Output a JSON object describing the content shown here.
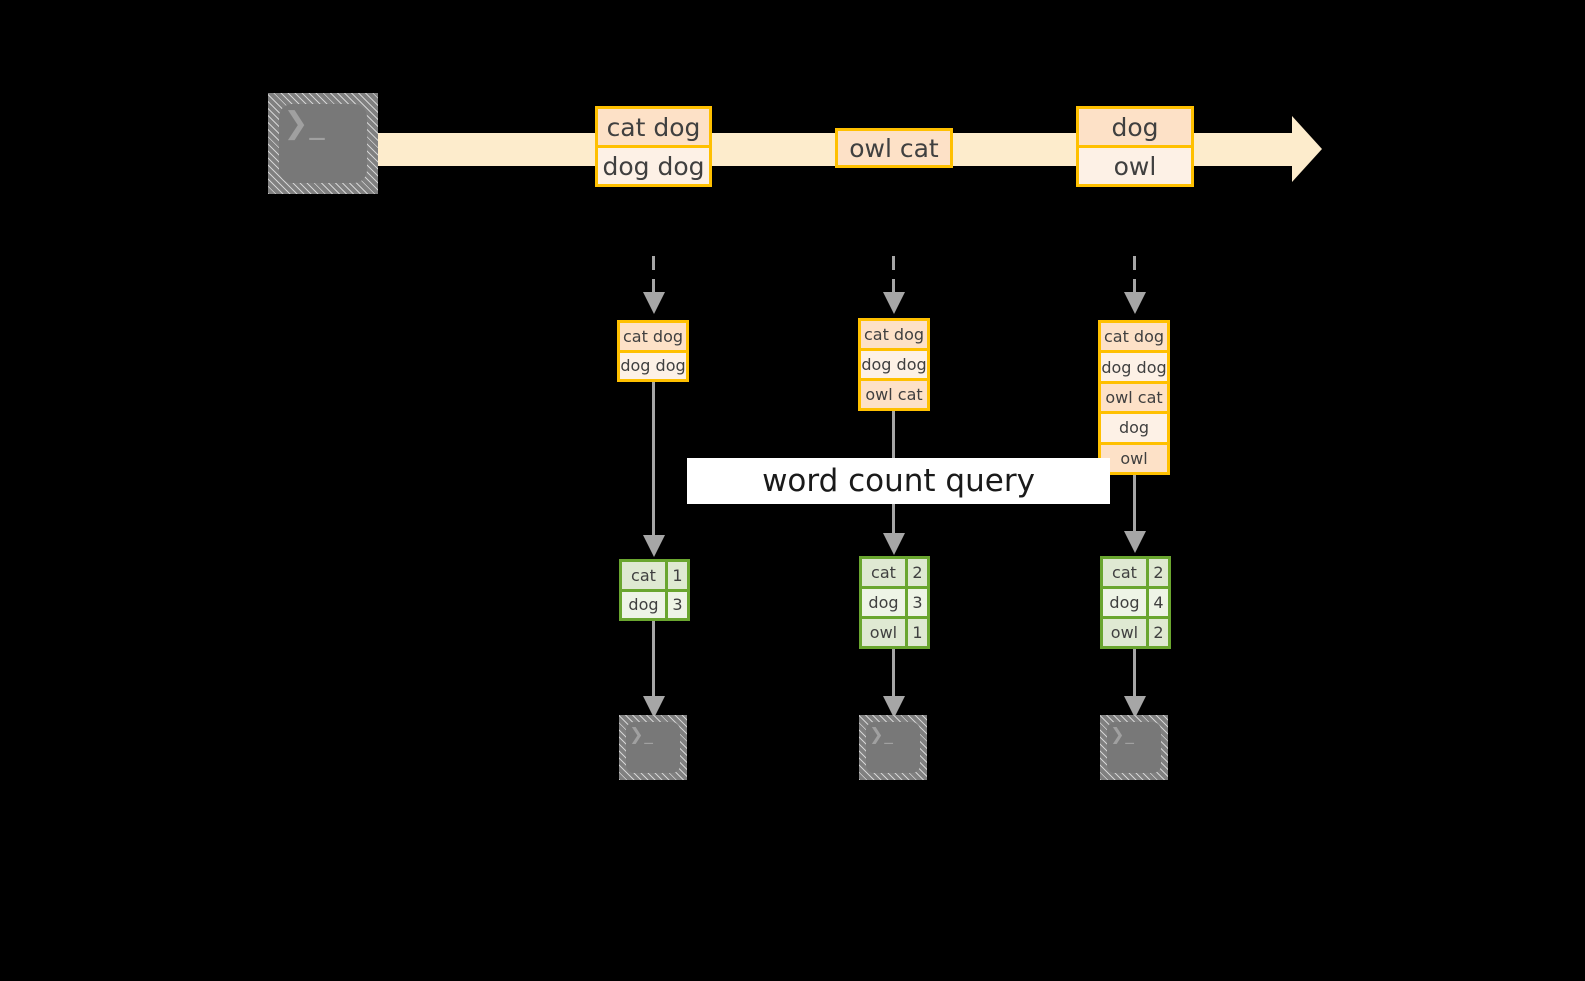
{
  "diagram": {
    "title_label": "word count query",
    "colors": {
      "background": "#000000",
      "stream_band": "#fdeccc",
      "event_border": "#ffc000",
      "event_fill_dark": "#fde1c7",
      "event_fill_light": "#fdf1e6",
      "result_border": "#6aa62f",
      "result_fill_dark": "#dfe9d2",
      "result_fill_light": "#eef4e6",
      "connector": "#a6a6a6",
      "terminal_fill": "#787878",
      "label_fill": "#ffffff"
    },
    "terminal_glyph": "❯_",
    "source_terminal": {
      "name": "producer-terminal"
    },
    "stream": {
      "events": [
        {
          "lines": [
            "cat dog",
            "dog dog"
          ]
        },
        {
          "lines": [
            "owl cat"
          ]
        },
        {
          "lines": [
            "dog",
            "owl"
          ]
        }
      ]
    },
    "snapshots": [
      {
        "lines": [
          "cat dog",
          "dog dog"
        ]
      },
      {
        "lines": [
          "cat dog",
          "dog dog",
          "owl cat"
        ]
      },
      {
        "lines": [
          "cat dog",
          "dog dog",
          "owl cat",
          "dog",
          "owl"
        ]
      }
    ],
    "results": [
      {
        "rows": [
          {
            "word": "cat",
            "count": "1"
          },
          {
            "word": "dog",
            "count": "3"
          }
        ]
      },
      {
        "rows": [
          {
            "word": "cat",
            "count": "2"
          },
          {
            "word": "dog",
            "count": "3"
          },
          {
            "word": "owl",
            "count": "1"
          }
        ]
      },
      {
        "rows": [
          {
            "word": "cat",
            "count": "2"
          },
          {
            "word": "dog",
            "count": "4"
          },
          {
            "word": "owl",
            "count": "2"
          }
        ]
      }
    ],
    "sink_terminals": [
      {
        "name": "consumer-terminal-1"
      },
      {
        "name": "consumer-terminal-2"
      },
      {
        "name": "consumer-terminal-3"
      }
    ]
  }
}
